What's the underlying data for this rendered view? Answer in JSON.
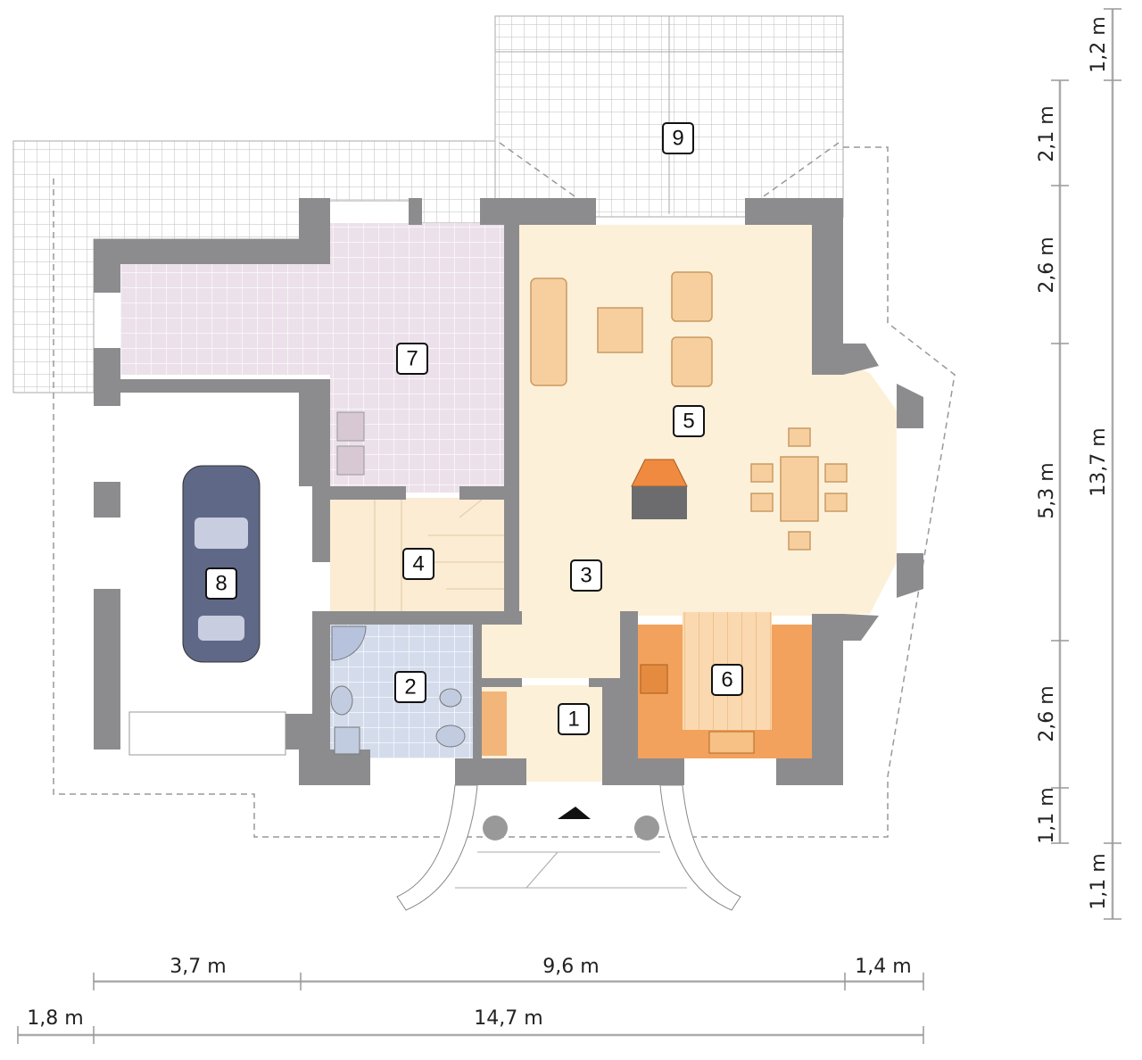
{
  "rooms": [
    {
      "number": "1"
    },
    {
      "number": "2"
    },
    {
      "number": "3"
    },
    {
      "number": "4"
    },
    {
      "number": "5"
    },
    {
      "number": "6"
    },
    {
      "number": "7"
    },
    {
      "number": "8"
    },
    {
      "number": "9"
    }
  ],
  "dimensions": {
    "bottom_inner": [
      "3,7 m",
      "9,6 m",
      "1,4 m"
    ],
    "bottom_outer": [
      "1,8 m",
      "14,7 m"
    ],
    "right_inner": [
      "2,1 m",
      "2,6 m",
      "5,3 m",
      "2,6 m",
      "1,1 m"
    ],
    "right_outer": [
      "1,2 m",
      "13,7 m",
      "1,1 m"
    ]
  },
  "colors": {
    "wall": "#8c8c8e",
    "living": "#fdf0d9",
    "utility": "#ece1ea",
    "bathroom": "#d4dcec",
    "kitchen": "#f2a25c",
    "terrace_grid": "#bdbdbd"
  }
}
